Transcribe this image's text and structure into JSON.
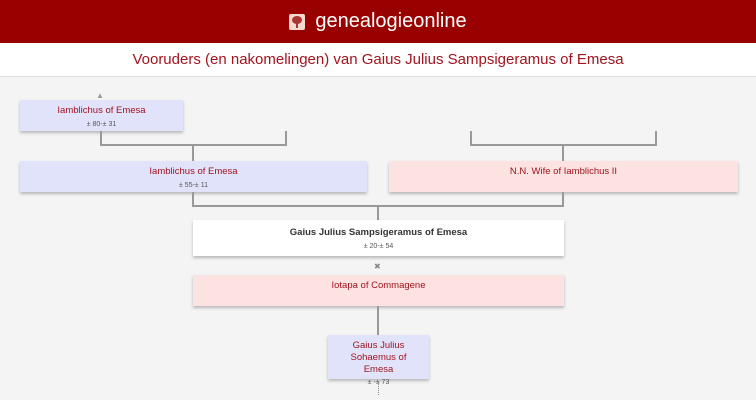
{
  "header": {
    "brand": "genealogieonline",
    "logo_icon": "tree-icon"
  },
  "title": "Vooruders (en nakomelingen) van Gaius Julius Sampsigeramus of Emesa",
  "people": {
    "grandfather": {
      "name": "Iamblichus of Emesa",
      "dates": "± 80-± 31"
    },
    "father": {
      "name": "Iamblichus of Emesa",
      "dates": "± 55-± 11"
    },
    "mother": {
      "name": "N.N. Wife of Iamblichus II",
      "dates": ""
    },
    "main": {
      "name": "Gaius Julius Sampsigeramus of Emesa",
      "dates": "± 20-± 54"
    },
    "spouse": {
      "name": "Iotapa of Commagene",
      "dates": ""
    },
    "child": {
      "name": "Gaius Julius Sohaemus of Emesa",
      "dates": "± -± 73"
    }
  },
  "marriage_symbol": "✖",
  "expand_symbol": "▲"
}
